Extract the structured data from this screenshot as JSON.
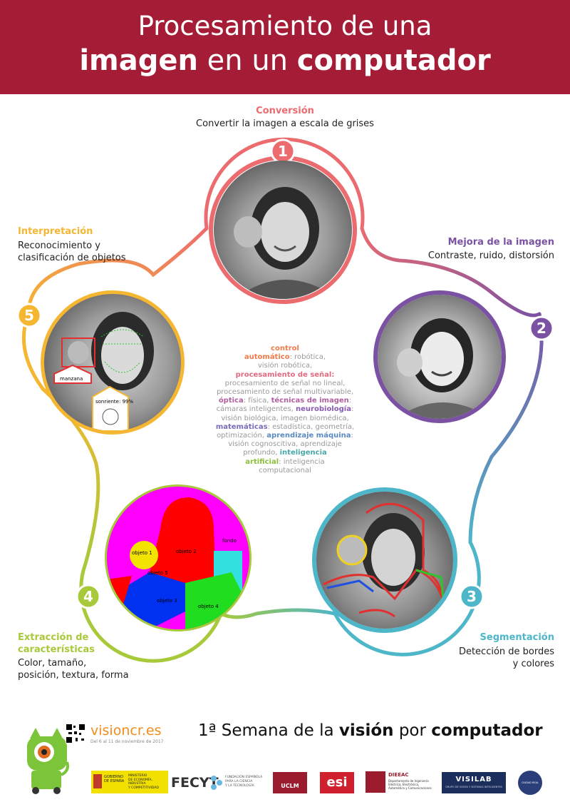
{
  "header": {
    "line1": "Procesamiento de una",
    "line2_bold1": "imagen",
    "line2_mid": " en un ",
    "line2_bold2": "computador"
  },
  "stages": {
    "s1": {
      "number": "1",
      "title": "Conversión",
      "desc": "Convertir la imagen a escala de grises",
      "color": "#ec6b6e"
    },
    "s2": {
      "number": "2",
      "title": "Mejora de la imagen",
      "desc": "Contraste, ruido, distorsión",
      "color": "#7b52a3"
    },
    "s3": {
      "number": "3",
      "title": "Segmentación",
      "desc_l1": "Detección de bordes",
      "desc_l2": "y colores",
      "color": "#4db6c9"
    },
    "s4": {
      "number": "4",
      "title_l1": "Extracción de",
      "title_l2": "características",
      "desc_l1": "Color, tamaño,",
      "desc_l2": "posición, textura, forma",
      "color": "#a7c93a"
    },
    "s5": {
      "number": "5",
      "title": "Interpretación",
      "desc_l1": "Reconocimiento y",
      "desc_l2": "clasificación de objetos",
      "color": "#f5b731"
    }
  },
  "photo_labels": {
    "manzana": "manzana",
    "sonriente": "sonriente: 99%",
    "objeto1": "objeto 1",
    "objeto2": "objeto 2",
    "objeto3": "objeto 3",
    "objeto4": "objeto 4",
    "objeto5": "objeto 5",
    "fondo": "fondo"
  },
  "center_text": {
    "l1": "control",
    "l2a": "automático",
    "l2b": ": robótica,",
    "l3": "visión robótica,",
    "l4": "procesamiento de señal:",
    "l5": "procesamiento de señal no lineal,",
    "l6": "procesamiento de señal multivariable,",
    "l7a": "óptica",
    "l7b": ": física, ",
    "l7c": "técnicas de imagen",
    "l8a": "cámaras inteligentes, ",
    "l8b": "neurobiología",
    "l9": "visión biológica, imagen biomédica,",
    "l10a": "matemáticas",
    "l10b": ": estadística, geometría,",
    "l11": "optimización, aprendizaje máquina:",
    "l11a": "optimización, ",
    "l11b": "aprendizaje máquina",
    "l12": "visión cognoscitiva, aprendizaje",
    "l13a": "profundo, ",
    "l13b": "inteligencia",
    "l14a": "artificial",
    "l14b": ": inteligencia",
    "l15": "computacional"
  },
  "footer": {
    "site": "visioncr.es",
    "dates": "Del 6 al 11 de noviembre de 2017",
    "week_pre": "1ª Semana de la ",
    "week_bold1": "visión",
    "week_mid": " por ",
    "week_bold2": "computador"
  },
  "logos": {
    "gob1": "GOBIERNO",
    "gob2": "DE ESPAÑA",
    "min1": "MINISTERIO",
    "min2": "DE ECONOMÍA, INDUSTRIA",
    "min3": "Y COMPETITIVIDAD",
    "fecyt": "FECYT",
    "fecyt_sub1": "FUNDACIÓN ESPAÑOLA",
    "fecyt_sub2": "PARA LA CIENCIA",
    "fecyt_sub3": "Y LA TECNOLOGÍA",
    "uclm": "UCLM",
    "esi": "esi",
    "dieeac": "DIEEAC",
    "dieeac_sub1": "Departamento de Ingeniería",
    "dieeac_sub2": "Eléctrica, Electrónica,",
    "dieeac_sub3": "Automática y Comunicaciones",
    "visilab": "VISILAB",
    "visilab_sub": "GRUPO DE VISIÓN Y SISTEMAS INTELIGENTES",
    "ciudadreal": "CIUDAD REAL"
  },
  "colors": {
    "header": "#a51c36",
    "accent_orange": "#f28c1c"
  }
}
